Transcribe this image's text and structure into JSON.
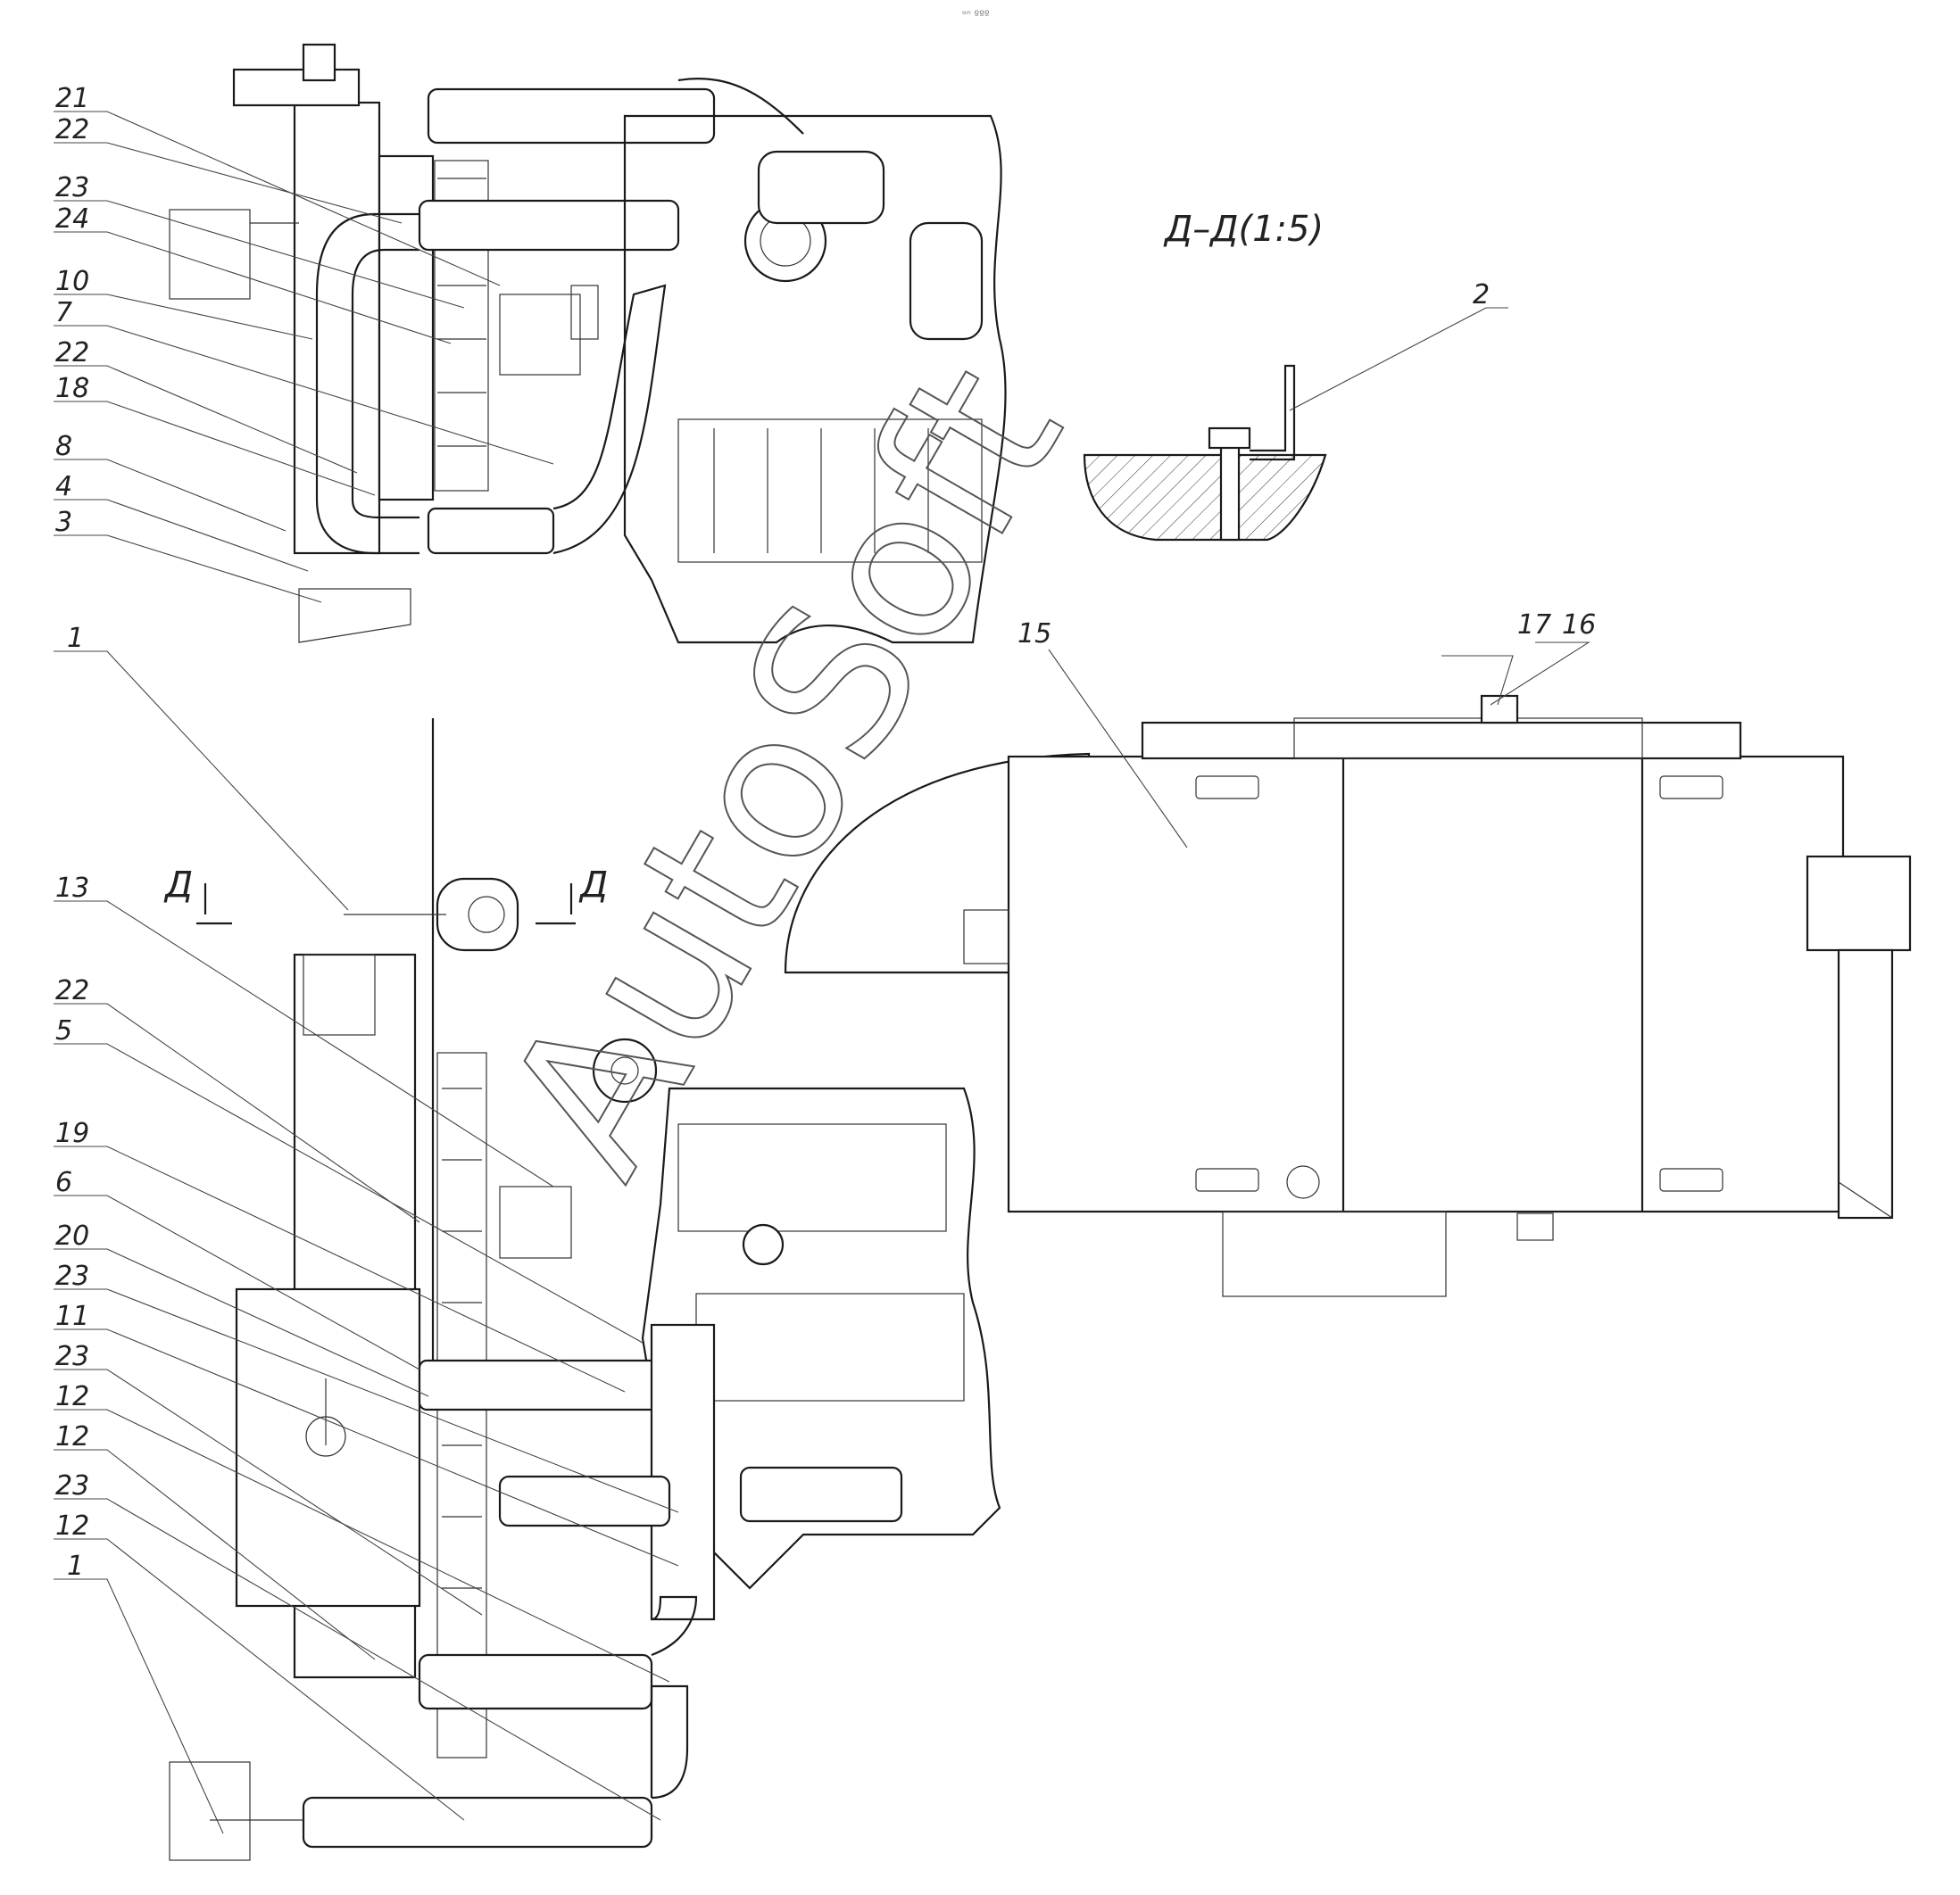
{
  "drawing": {
    "section_title": "Д–Д(1:5)",
    "section_marks": {
      "left": "Д",
      "right": "Д"
    },
    "top_note": "ᵒⁿ ººº",
    "watermark": "AutoSoft"
  },
  "callouts_top_view": [
    "21",
    "22",
    "23",
    "24",
    "10",
    "7",
    "22",
    "18",
    "8",
    "4",
    "3"
  ],
  "callouts_bottom_view": [
    "1",
    "13",
    "22",
    "5",
    "19",
    "6",
    "20",
    "23",
    "11",
    "23",
    "12",
    "12",
    "23",
    "12",
    "1"
  ],
  "callouts_section": [
    "2"
  ],
  "callouts_side_view": [
    "15",
    "17",
    "16"
  ]
}
